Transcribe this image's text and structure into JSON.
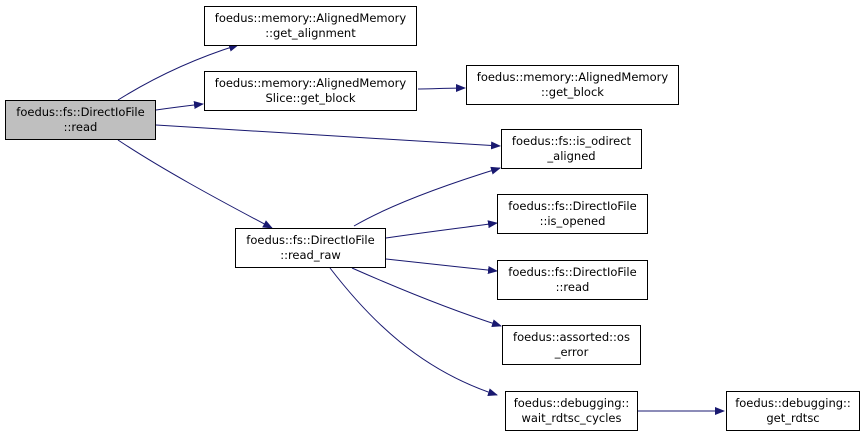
{
  "graph": {
    "edge_color": "#191970",
    "root_fill": "#bfbfbf",
    "nodes": {
      "read_root": {
        "line1": "foedus::fs::DirectIoFile",
        "line2": "::read"
      },
      "get_alignment": {
        "line1": "foedus::memory::AlignedMemory",
        "line2": "::get_alignment"
      },
      "slice_get_block": {
        "line1": "foedus::memory::AlignedMemory",
        "line2": "Slice::get_block"
      },
      "get_block": {
        "line1": "foedus::memory::AlignedMemory",
        "line2": "::get_block"
      },
      "is_odirect_aligned": {
        "line1": "foedus::fs::is_odirect",
        "line2": "_aligned"
      },
      "is_opened": {
        "line1": "foedus::fs::DirectIoFile",
        "line2": "::is_opened"
      },
      "read_raw": {
        "line1": "foedus::fs::DirectIoFile",
        "line2": "::read_raw"
      },
      "read_target": {
        "line1": "foedus::fs::DirectIoFile",
        "line2": "::read"
      },
      "os_error": {
        "line1": "foedus::assorted::os",
        "line2": "_error"
      },
      "wait_rdtsc_cycles": {
        "line1": "foedus::debugging::",
        "line2": "wait_rdtsc_cycles"
      },
      "get_rdtsc": {
        "line1": "foedus::debugging::",
        "line2": "get_rdtsc"
      }
    }
  }
}
